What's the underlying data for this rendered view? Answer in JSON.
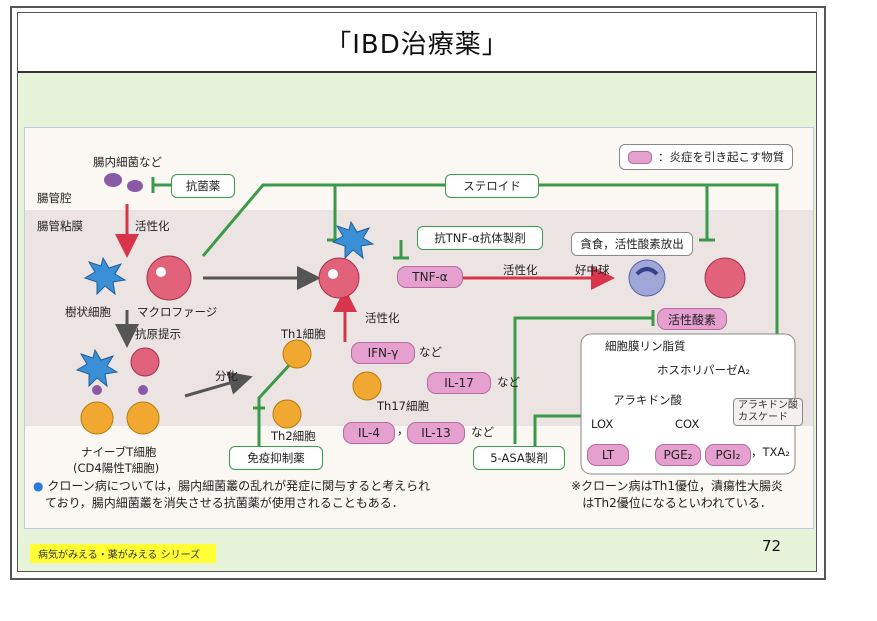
{
  "slide": {
    "title": "「IBD治療薬」",
    "page_number": "72",
    "series_tag": "病気がみえる・薬がみえる シリーズ"
  },
  "colors": {
    "pink": "#e6a0cf",
    "green_line": "#3a9a4a",
    "red_arrow": "#d8344a",
    "gray_arrow": "#555555"
  },
  "legend": {
    "label": "：炎症を引き起こす物質"
  },
  "regions": {
    "lumen": "腸管腔",
    "mucosa": "腸管粘膜"
  },
  "labels": {
    "bacteria": "腸内細菌など",
    "activation1": "活性化",
    "dendritic": "樹状細胞",
    "macrophage": "マクロファージ",
    "antigen": "抗原提示",
    "differentiation": "分化",
    "naive_t": "ナイーブT細胞",
    "cd4": "(CD4陽性T細胞)",
    "th1": "Th1細胞",
    "th17": "Th17細胞",
    "th2": "Th2細胞",
    "activation2": "活性化",
    "activation3": "活性化",
    "neutrophil": "好中球",
    "phagocytosis": "貪食，活性酸素放出",
    "nado1": "など",
    "nado2": "など",
    "nado3": "など",
    "comma": "，",
    "membrane": "細胞膜リン脂質",
    "pla2": "ホスホリパーゼA₂",
    "arachidonic": "アラキドン酸",
    "lox": "LOX",
    "cox": "COX",
    "txa2": "，TXA₂",
    "cascade": "アラキドン酸\nカスケード"
  },
  "drugs": {
    "antibiotic": "抗菌薬",
    "steroid": "ステロイド",
    "anti_tnf": "抗TNF-α抗体製剤",
    "immunosuppressant": "免疫抑制薬",
    "five_asa": "5-ASA製剤"
  },
  "mediators": {
    "tnf": "TNF-α",
    "ifn": "IFN-γ",
    "il17": "IL-17",
    "il4": "IL-4",
    "il13": "IL-13",
    "ros": "活性酸素",
    "lt": "LT",
    "pge2": "PGE₂",
    "pgi2": "PGI₂"
  },
  "notes": {
    "bullet_mark": "●",
    "bullet_line1": "クローン病については，腸内細菌叢の乱れが発症に関与すると考えられ",
    "bullet_line2": "ており，腸内細菌叢を消失させる抗菌薬が使用されることもある．",
    "footnote_line1": "※クローン病はTh1優位，潰瘍性大腸炎",
    "footnote_line2": "はTh2優位になるといわれている．"
  }
}
